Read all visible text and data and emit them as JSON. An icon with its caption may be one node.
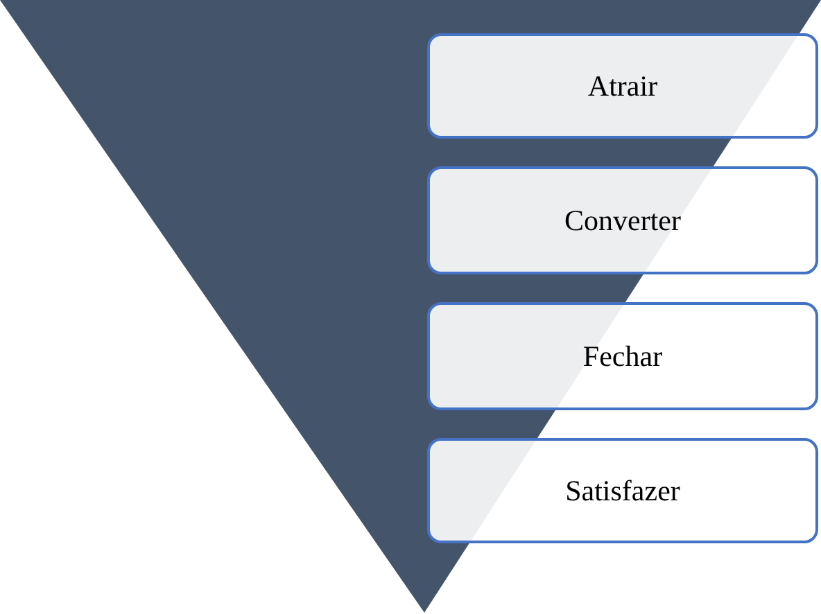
{
  "diagram": {
    "nodes": [
      {
        "text": [
          "Atrair"
        ]
      },
      {
        "text": [
          "Converter"
        ]
      },
      {
        "text": [
          "Fechar"
        ]
      },
      {
        "text": [
          "Satisfazer"
        ]
      }
    ]
  }
}
